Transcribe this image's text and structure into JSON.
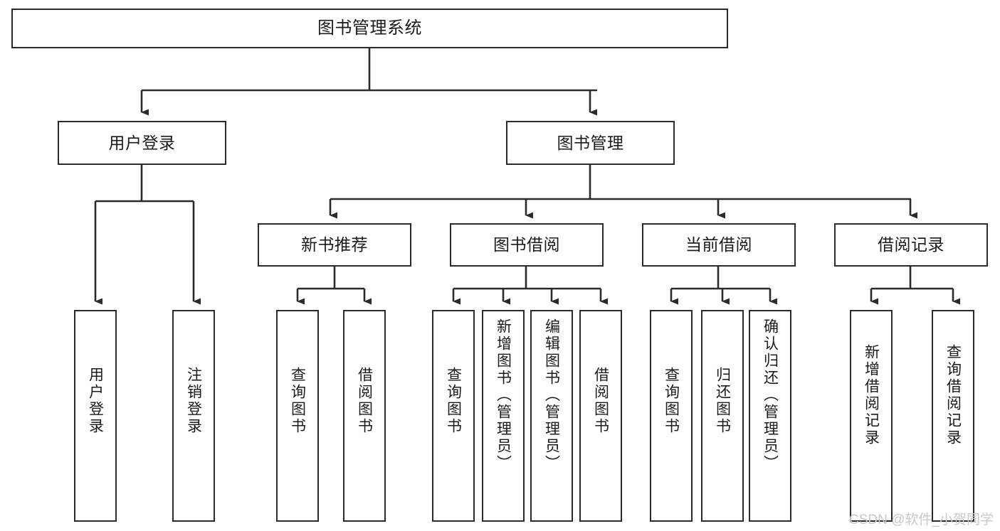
{
  "diagram": {
    "type": "tree",
    "title": "图书管理系统",
    "orientation": "top-down",
    "colors": {
      "box_border": "#2b2b2b",
      "box_fill": "#ffffff",
      "connector": "#2b2b2b",
      "text": "#1b1b1b",
      "watermark": "#c9c9c9",
      "background": "#ffffff"
    },
    "watermark": "CSDN @软件_小贺同学",
    "levels": {
      "level1": "图书管理系统",
      "level2": [
        "用户登录",
        "图书管理"
      ],
      "level3": [
        "新书推荐",
        "图书借阅",
        "当前借阅",
        "借阅记录"
      ]
    },
    "nodes": {
      "root": {
        "label": "图书管理系统"
      },
      "user_login": {
        "label": "用户登录"
      },
      "book_manage": {
        "label": "图书管理"
      },
      "new_book_rec": {
        "label": "新书推荐"
      },
      "book_borrow": {
        "label": "图书借阅"
      },
      "current_borrow": {
        "label": "当前借阅"
      },
      "borrow_record": {
        "label": "借阅记录"
      },
      "leaf_user_login": {
        "label": "用户登录"
      },
      "leaf_logout": {
        "label": "注销登录"
      },
      "leaf_query_book_a": {
        "label": "查询图书"
      },
      "leaf_borrow_book_a": {
        "label": "借阅图书"
      },
      "leaf_query_book_b": {
        "label": "查询图书"
      },
      "leaf_add_book": {
        "label": "新增图书（管理员）"
      },
      "leaf_edit_book": {
        "label": "编辑图书（管理员）"
      },
      "leaf_borrow_book_b": {
        "label": "借阅图书"
      },
      "leaf_query_book_c": {
        "label": "查询图书"
      },
      "leaf_return_book": {
        "label": "归还图书"
      },
      "leaf_confirm_return": {
        "label": "确认归还（管理员）"
      },
      "leaf_add_record": {
        "label": "新增借阅记录"
      },
      "leaf_query_record": {
        "label": "查询借阅记录"
      }
    },
    "edges": [
      {
        "from": "图书管理系统",
        "to": "用户登录"
      },
      {
        "from": "图书管理系统",
        "to": "图书管理"
      },
      {
        "from": "用户登录",
        "to": "用户登录"
      },
      {
        "from": "用户登录",
        "to": "注销登录"
      },
      {
        "from": "图书管理",
        "to": "新书推荐"
      },
      {
        "from": "图书管理",
        "to": "图书借阅"
      },
      {
        "from": "图书管理",
        "to": "当前借阅"
      },
      {
        "from": "图书管理",
        "to": "借阅记录"
      },
      {
        "from": "新书推荐",
        "to": "查询图书"
      },
      {
        "from": "新书推荐",
        "to": "借阅图书"
      },
      {
        "from": "图书借阅",
        "to": "查询图书"
      },
      {
        "from": "图书借阅",
        "to": "新增图书（管理员）"
      },
      {
        "from": "图书借阅",
        "to": "编辑图书（管理员）"
      },
      {
        "from": "图书借阅",
        "to": "借阅图书"
      },
      {
        "from": "当前借阅",
        "to": "查询图书"
      },
      {
        "from": "当前借阅",
        "to": "归还图书"
      },
      {
        "from": "当前借阅",
        "to": "确认归还（管理员）"
      },
      {
        "from": "借阅记录",
        "to": "新增借阅记录"
      },
      {
        "from": "借阅记录",
        "to": "查询借阅记录"
      }
    ]
  }
}
